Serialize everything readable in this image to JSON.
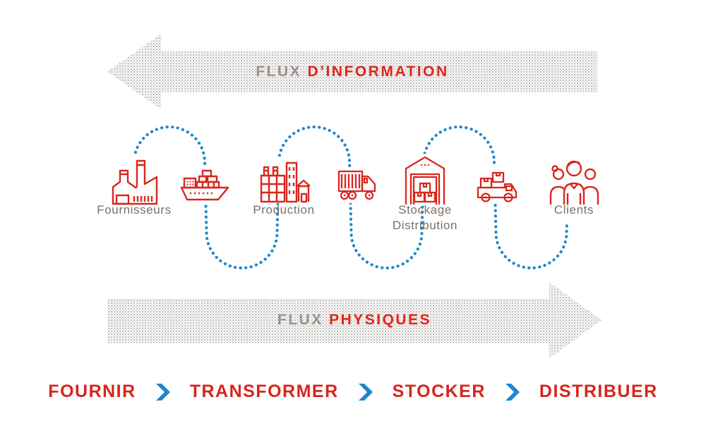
{
  "palette": {
    "red": "#d8271d",
    "blue": "#1d87c9",
    "title_gray": "#9a918c",
    "label_gray": "#7b7067",
    "halftone_gray": "#a9a5a2"
  },
  "flows": {
    "information": {
      "prefix": "FLUX",
      "highlight": "D’INFORMATION",
      "direction": "left"
    },
    "physical": {
      "prefix": "FLUX",
      "highlight": "PHYSIQUES",
      "direction": "right"
    }
  },
  "stations": {
    "labels": [
      {
        "line1": "Fournisseurs"
      },
      {
        "line1": "Production"
      },
      {
        "line1": "Stockage",
        "line2": "Distribution"
      },
      {
        "line1": "Clients"
      }
    ],
    "icons": [
      "factory-icon",
      "cargo-ship-icon",
      "production-plant-icon",
      "truck-icon",
      "warehouse-icon",
      "delivery-van-icon",
      "customers-icon"
    ]
  },
  "steps": [
    {
      "label": "FOURNIR"
    },
    {
      "label": "TRANSFORMER"
    },
    {
      "label": "STOCKER"
    },
    {
      "label": "DISTRIBUER"
    }
  ]
}
